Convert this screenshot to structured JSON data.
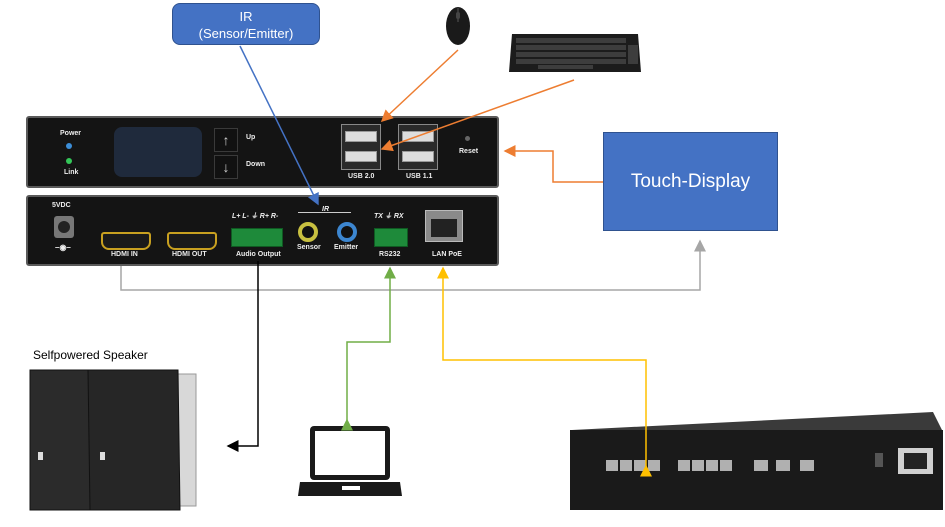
{
  "ir_box": {
    "line1": "IR",
    "line2": "(Sensor/Emitter)"
  },
  "touch_display": {
    "label": "Touch-Display"
  },
  "speaker": {
    "label": "Selfpowered Speaker"
  },
  "front_panel": {
    "power": "Power",
    "link": "Link",
    "up": "Up",
    "down": "Down",
    "usb2": "USB 2.0",
    "usb11": "USB 1.1",
    "reset": "Reset"
  },
  "rear_panel": {
    "power_in": "5VDC",
    "hdmi_in": "HDMI IN",
    "hdmi_out": "HDMI OUT",
    "audio_pins": "L+  L-  ⏚  R+  R-",
    "audio_output": "Audio Output",
    "ir": "IR",
    "sensor": "Sensor",
    "emitter": "Emitter",
    "rs232_pins": "TX  ⏚  RX",
    "rs232": "RS232",
    "lan": "LAN PoE"
  },
  "colors": {
    "orange": "#ed7d31",
    "blue": "#4472c4",
    "gray": "#a6a6a6",
    "green": "#70ad47",
    "yellow": "#ffc000",
    "black": "#000000"
  }
}
